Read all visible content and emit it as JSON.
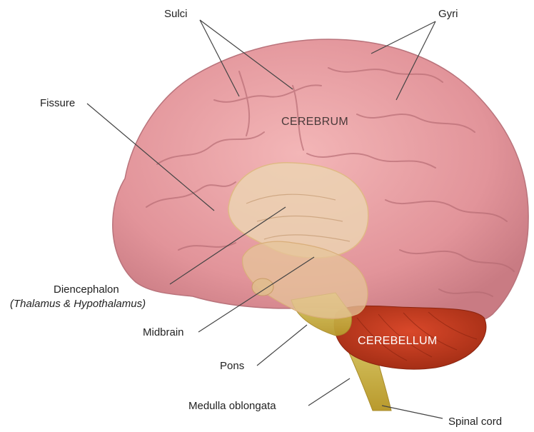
{
  "labels": {
    "sulci": "Sulci",
    "gyri": "Gyri",
    "fissure": "Fissure",
    "cerebrum": "CEREBRUM",
    "cerebellum": "CEREBELLUM",
    "diencephalon": "Diencephalon",
    "diencephalon_sub": "(Thalamus & Hypothalamus)",
    "midbrain": "Midbrain",
    "pons": "Pons",
    "medulla": "Medulla oblongata",
    "spinal_cord": "Spinal cord"
  },
  "colors": {
    "cerebrum": "#e79a9e",
    "cerebrum_fold": "#b56a72",
    "diencephalon": "#e6c49a",
    "brainstem": "#d9c15a",
    "cerebellum": "#c53a1c",
    "leader_line": "#444444",
    "region_text": "#4a3a3a",
    "cerebellum_text": "#ffffff"
  }
}
